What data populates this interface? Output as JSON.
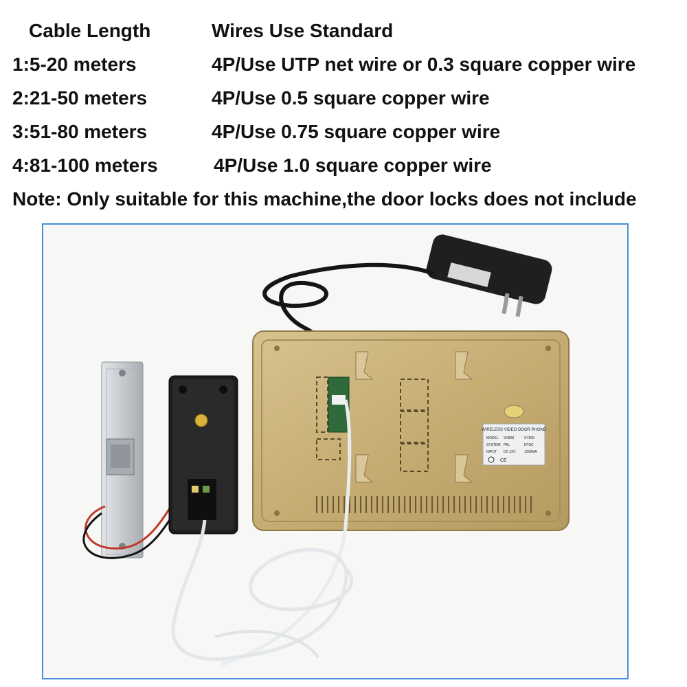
{
  "table": {
    "headers": {
      "length": "Cable Length",
      "standard": "Wires Use Standard"
    },
    "rows": [
      {
        "length": "1:5-20 meters",
        "standard": "4P/Use UTP net wire or 0.3 square copper wire"
      },
      {
        "length": "2:21-50 meters",
        "standard": "4P/Use 0.5 square copper wire"
      },
      {
        "length": "3:51-80 meters",
        "standard": "4P/Use 0.75 square copper wire"
      },
      {
        "length": "4:81-100 meters",
        "standard": "4P/Use 1.0 square copper wire"
      }
    ],
    "note": "Note: Only suitable for this machine,the door locks does not include"
  },
  "photo": {
    "label": {
      "title": "WIRELESS VIDEO DOOR PHONE",
      "model_label": "MODEL",
      "model_a": "SY808",
      "model_b": "SY809",
      "system_label": "SYSTEM",
      "system_a": "PAL",
      "system_b": "NTSC",
      "input_label": "INPUT",
      "input_value": "DC:15V",
      "input_current": "1200MA"
    },
    "colors": {
      "monitor": "#c9b27a",
      "camera": "#1d1d1d",
      "lock": "#c8ccd0",
      "frame": "#4a90d9"
    }
  }
}
